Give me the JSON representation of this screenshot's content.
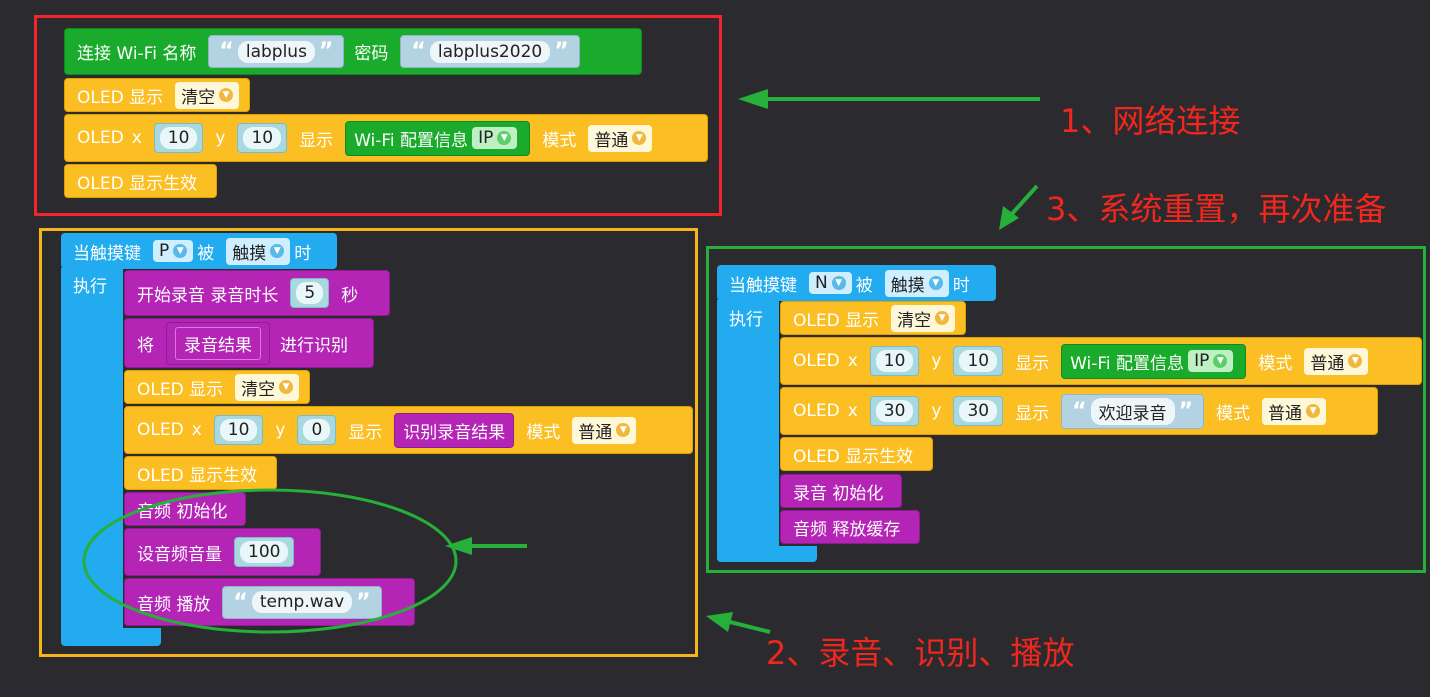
{
  "network": {
    "connect": {
      "label": "连接 Wi-Fi 名称",
      "ssid": "labplus",
      "pwd_label": "密码",
      "password": "labplus2020"
    },
    "clear": {
      "label": "OLED 显示",
      "value": "清空"
    },
    "show": {
      "label": "OLED",
      "x_label": "x",
      "x": "10",
      "y_label": "y",
      "y": "10",
      "show_label": "显示",
      "wifi_label": "Wi-Fi 配置信息",
      "wifi_value": "IP",
      "mode_label": "模式",
      "mode": "普通"
    },
    "apply": {
      "label": "OLED 显示生效"
    }
  },
  "record_group": {
    "hat": {
      "prefix": "当触摸键",
      "key": "P",
      "mid": "被",
      "event": "触摸",
      "suffix": "时"
    },
    "exec_label": "执行",
    "start_rec": {
      "label": "开始录音 录音时长",
      "duration": "5",
      "unit": "秒"
    },
    "recognize": {
      "prefix": "将",
      "var": "录音结果",
      "suffix": "进行识别"
    },
    "clear": {
      "label": "OLED 显示",
      "value": "清空"
    },
    "show": {
      "label": "OLED",
      "x_label": "x",
      "x": "10",
      "y_label": "y",
      "y": "0",
      "show_label": "显示",
      "value": "识别录音结果",
      "mode_label": "模式",
      "mode": "普通"
    },
    "apply": {
      "label": "OLED 显示生效"
    },
    "audio_init": {
      "label": "音频 初始化"
    },
    "volume": {
      "label": "设音频音量",
      "value": "100"
    },
    "play": {
      "label": "音频 播放",
      "file": "temp.wav"
    }
  },
  "reset_group": {
    "hat": {
      "prefix": "当触摸键",
      "key": "N",
      "mid": "被",
      "event": "触摸",
      "suffix": "时"
    },
    "exec_label": "执行",
    "clear": {
      "label": "OLED 显示",
      "value": "清空"
    },
    "show1": {
      "label": "OLED",
      "x_label": "x",
      "x": "10",
      "y_label": "y",
      "y": "10",
      "show_label": "显示",
      "wifi_label": "Wi-Fi 配置信息",
      "wifi_value": "IP",
      "mode_label": "模式",
      "mode": "普通"
    },
    "show2": {
      "label": "OLED",
      "x_label": "x",
      "x": "30",
      "y_label": "y",
      "y": "30",
      "show_label": "显示",
      "text": "欢迎录音",
      "mode_label": "模式",
      "mode": "普通"
    },
    "apply": {
      "label": "OLED 显示生效"
    },
    "rec_init": {
      "label": "录音 初始化"
    },
    "free": {
      "label": "音频 释放缓存"
    }
  },
  "annotations": {
    "note1": "1、网络连接",
    "note2": "2、录音、识别、播放",
    "note3": "3、系统重置，再次准备"
  },
  "colors": {
    "frame1": "#f3242b",
    "frame2": "#f6b51a",
    "frame3": "#26b03a",
    "arrow": "#26b03a",
    "event_block": "#22acef",
    "oled_block": "#fbbf24",
    "wifi_block": "#1aab2c",
    "audio_block": "#b425b6"
  }
}
